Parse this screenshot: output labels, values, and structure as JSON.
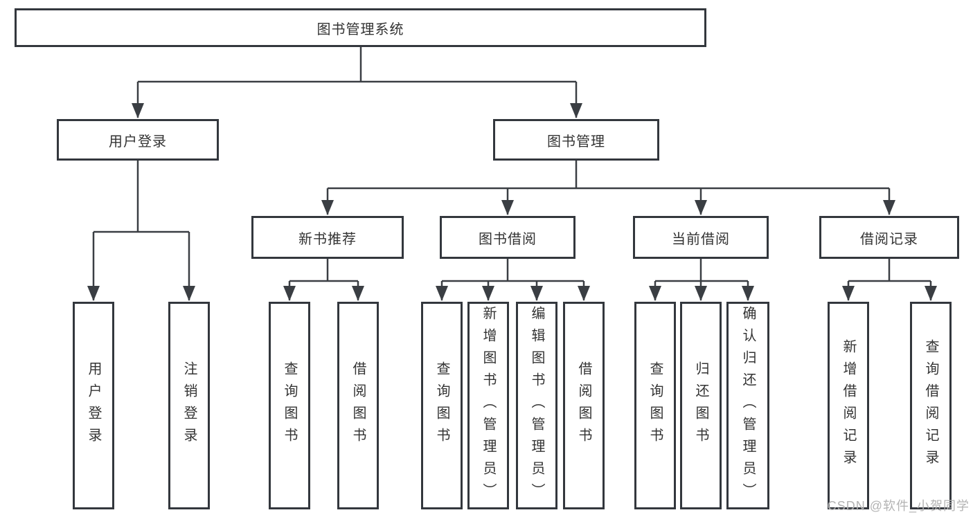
{
  "diagram_title": "图书管理系统",
  "tree": {
    "root": {
      "label": "图书管理系统"
    },
    "branches": [
      {
        "label": "用户登录",
        "children": [
          {
            "label": "用户登录"
          },
          {
            "label": "注销登录"
          }
        ]
      },
      {
        "label": "图书管理",
        "children": [
          {
            "label": "新书推荐",
            "children": [
              {
                "label": "查询图书"
              },
              {
                "label": "借阅图书"
              }
            ]
          },
          {
            "label": "图书借阅",
            "children": [
              {
                "label": "查询图书"
              },
              {
                "label": "新增图书（管理员）"
              },
              {
                "label": "编辑图书（管理员）"
              },
              {
                "label": "借阅图书"
              }
            ]
          },
          {
            "label": "当前借阅",
            "children": [
              {
                "label": "查询图书"
              },
              {
                "label": "归还图书"
              },
              {
                "label": "确认归还（管理员）"
              }
            ]
          },
          {
            "label": "借阅记录",
            "children": [
              {
                "label": "新增借阅记录"
              },
              {
                "label": "查询借阅记录"
              }
            ]
          }
        ]
      }
    ]
  },
  "watermark": {
    "text": "CSDN @软件_小贺同学"
  },
  "colors": {
    "line": "#3a3e43",
    "box_border": "#33373d",
    "text": "#333333",
    "watermark": "#b3b3b3",
    "background": "#ffffff"
  }
}
